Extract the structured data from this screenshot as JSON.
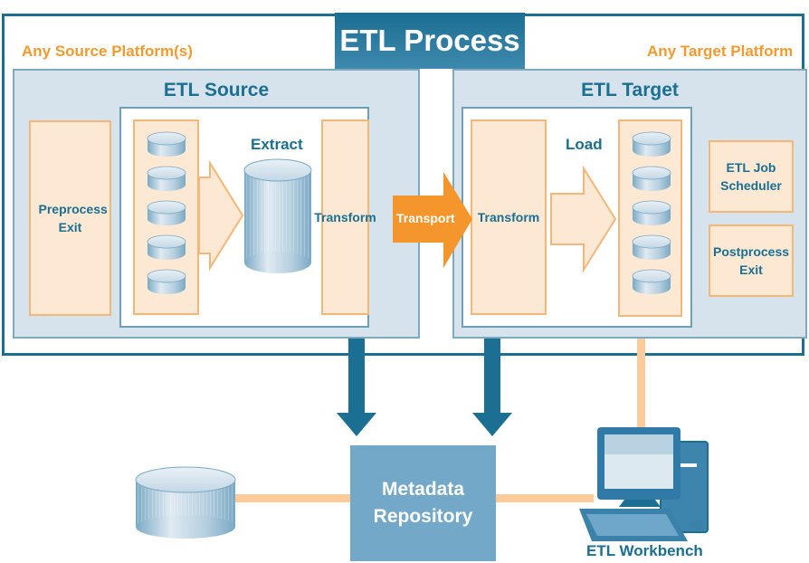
{
  "title": "ETL Process",
  "source_platform_label": "Any Source Platform(s)",
  "target_platform_label": "Any Target Platform",
  "source": {
    "title": "ETL Source",
    "preprocess_exit": "Preprocess Exit",
    "extract_label": "Extract",
    "transform_label": "Transform"
  },
  "transport_label": "Transport",
  "target": {
    "title": "ETL Target",
    "transform_label": "Transform",
    "load_label": "Load",
    "job_scheduler": "ETL Job Scheduler",
    "postprocess_exit": "Postprocess Exit"
  },
  "metadata_repository": "Metadata Repository",
  "workbench_label": "ETL Workbench",
  "colors": {
    "frame_blue": "#1a6f93",
    "accent_orange": "#f29a2e",
    "panel_fill": "#d6e3ec",
    "peach_fill": "#fde8d3",
    "metadata_fill": "#73a8c9"
  }
}
